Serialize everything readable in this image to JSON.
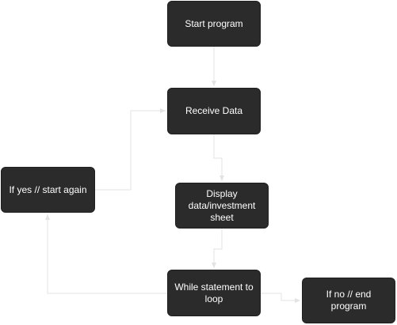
{
  "diagram": {
    "nodes": {
      "start": "Start program",
      "receive": "Receive Data",
      "display": "Display data/investment sheet",
      "while_loop": "While statement to loop",
      "start_again": "If yes // start again",
      "end": "If no // end program"
    },
    "edges": [
      {
        "from": "start",
        "to": "receive"
      },
      {
        "from": "receive",
        "to": "display"
      },
      {
        "from": "display",
        "to": "while_loop"
      },
      {
        "from": "while_loop",
        "to": "end"
      },
      {
        "from": "while_loop",
        "to": "start_again"
      },
      {
        "from": "start_again",
        "to": "receive"
      }
    ],
    "colors": {
      "node_fill": "#2b2b2b",
      "node_text": "#ffffff",
      "connector": "#e3e3e3"
    }
  }
}
